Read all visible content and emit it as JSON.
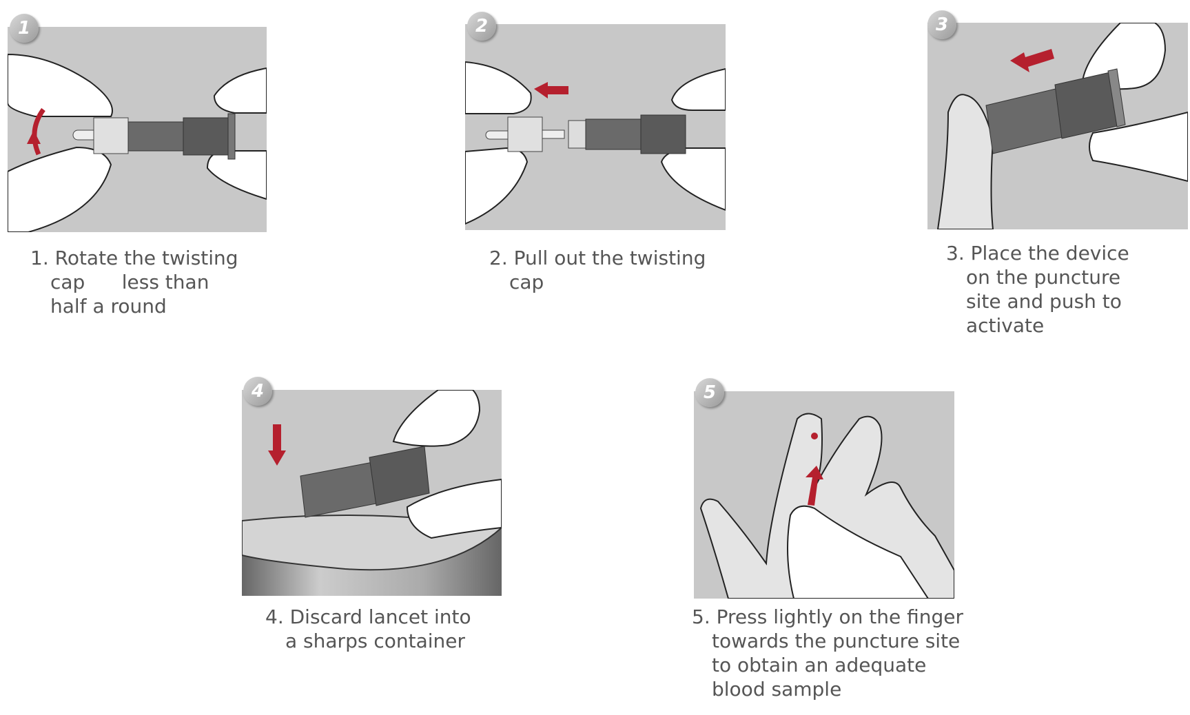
{
  "steps": [
    {
      "number": "1",
      "lines": [
        "1. Rotate the twisting",
        "cap      less than",
        "half a round"
      ]
    },
    {
      "number": "2",
      "lines": [
        "2. Pull out the twisting",
        "cap"
      ]
    },
    {
      "number": "3",
      "lines": [
        "3. Place the device",
        "on the puncture",
        "site and push to",
        "activate"
      ]
    },
    {
      "number": "4",
      "lines": [
        "4. Discard lancet into",
        "a sharps container"
      ]
    },
    {
      "number": "5",
      "lines": [
        "5. Press lightly on the finger",
        "towards the puncture site",
        "to obtain an adequate",
        "blood sample"
      ]
    }
  ],
  "colors": {
    "panel": "#c8c8c8",
    "arrow": "#b5202e",
    "text": "#555555"
  }
}
